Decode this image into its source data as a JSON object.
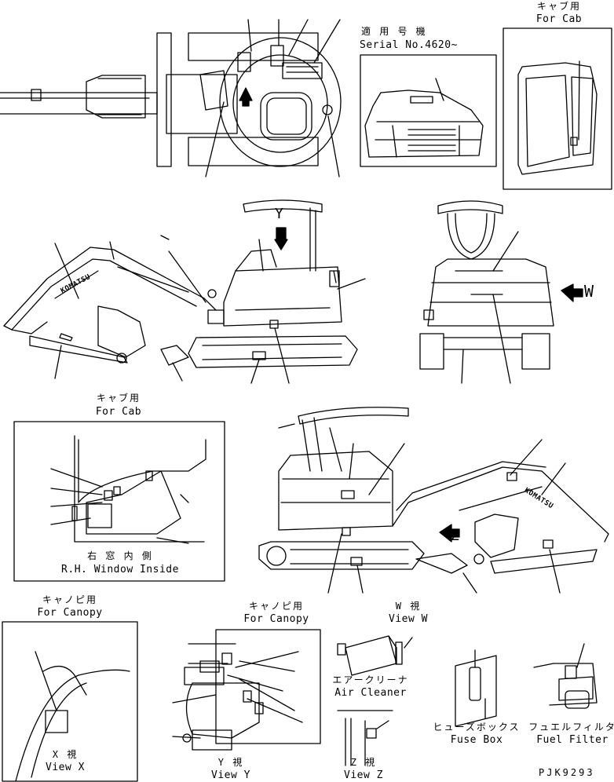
{
  "labels": {
    "serial_jp": "適 用 号 機",
    "serial_en": "Serial No.4620~",
    "cab_top_jp": "キャブ用",
    "cab_top_en": "For Cab",
    "W_arrow": "W",
    "Y_arrow": "Y",
    "Z_arrow": "Z",
    "cab_mid_jp": "キャブ用",
    "cab_mid_en": "For Cab",
    "window_jp": "右 窓 内 側",
    "window_en": "R.H. Window Inside",
    "canopy_x_jp": "キャノピ用",
    "canopy_x_en": "For Canopy",
    "canopy_y_jp": "キャノピ用",
    "canopy_y_en": "For Canopy",
    "view_w_jp": "W  視",
    "view_w_en": "View W",
    "air_jp": "エアークリーナ",
    "air_en": "Air Cleaner",
    "fuse_jp": "ヒューズボックス",
    "fuse_en": "Fuse Box",
    "fuel_jp": "フュエルフィルタ",
    "fuel_en": "Fuel Filter",
    "view_x_jp": "X  視",
    "view_x_en": "View X",
    "view_y_jp": "Y  視",
    "view_y_en": "View Y",
    "view_z_jp": "Z  視",
    "view_z_en": "View Z",
    "part_code": "PJK9293",
    "arm_brand": "KOMATSU"
  }
}
